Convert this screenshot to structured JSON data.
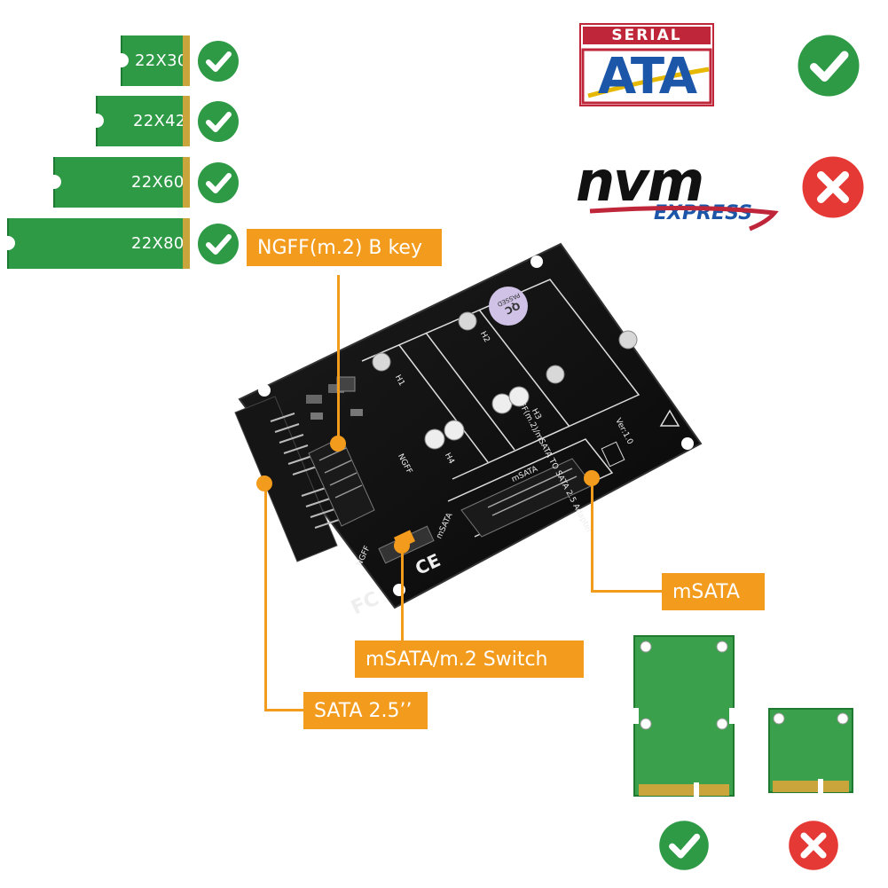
{
  "ssd_sizes": [
    {
      "label": "22X30",
      "supported": true
    },
    {
      "label": "22X42",
      "supported": true
    },
    {
      "label": "22X60",
      "supported": true
    },
    {
      "label": "22X80",
      "supported": true
    }
  ],
  "interfaces": {
    "sata": {
      "top": "SERIAL",
      "bottom": "ATA",
      "supported": true
    },
    "nvme": {
      "name": "nvm",
      "sub": "EXPRESS",
      "supported": false
    }
  },
  "callouts": {
    "ngff": "NGFF(m.2) B key",
    "msata": "mSATA",
    "switch": "mSATA/m.2 Switch",
    "sata": "SATA 2.5’’"
  },
  "board_text": {
    "qc_top": "QC",
    "qc_bottom": "PASSED",
    "title": "NGFF(m.2)/mSATA TO SATA 2.5 Adapter",
    "version": "Ver:1.0",
    "h1": "H1",
    "h2": "H2",
    "h3": "H3",
    "h4": "H4",
    "ngff_slot": "NGFF",
    "msata_slot": "mSATA",
    "switch_label_1": "NGFF",
    "switch_label_2": "mSATA",
    "ce": "CE",
    "fc": "FC"
  },
  "minicards": [
    {
      "type": "full-size",
      "supported": true
    },
    {
      "type": "half-size",
      "supported": false
    }
  ],
  "colors": {
    "accent": "#f39b1c",
    "check_green": "#2e9a46",
    "cross_red": "#e53935",
    "pcb_black": "#111111",
    "ssd_green": "#2e9a46",
    "sata_red": "#c0263a",
    "sata_blue": "#1b56a8"
  }
}
